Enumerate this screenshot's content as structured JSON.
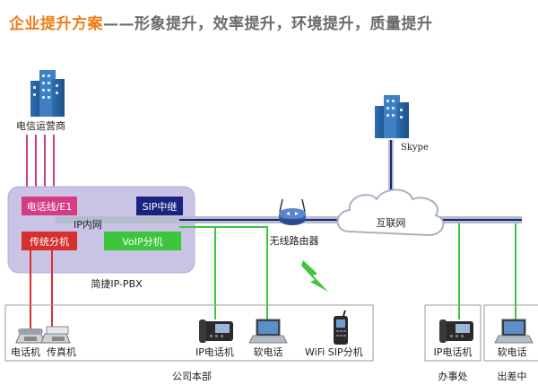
{
  "title": {
    "main": "企业提升方案",
    "dash": "——",
    "sub": "形象提升，效率提升，环境提升，质量提升"
  },
  "nodes": {
    "carrier": "电信运营商",
    "skype": "Skype",
    "pbx_name": "简捷IP-PBX",
    "pbx_lan": "IP内网",
    "e1_box": "电话线/E1",
    "sip_trunk_box": "SIP中继",
    "legacy_ext_box": "传统分机",
    "voip_ext_box": "VoIP分机",
    "wireless_router": "无线路由器",
    "internet": "互联网"
  },
  "devices": {
    "phone": "电话机",
    "fax": "传真机",
    "ip_phone_hq": "IP电话机",
    "softphone_hq": "软电话",
    "wifi_sip": "WiFi SIP分机",
    "ip_phone_office": "IP电话机",
    "softphone_travel": "软电话"
  },
  "locations": {
    "hq": "公司本部",
    "office": "办事处",
    "travel": "出差中"
  },
  "colors": {
    "title_orange": "#f07d17",
    "title_gray": "#6b6b6b",
    "pbx_bg": "#c9c4e6",
    "magenta": "#d63b86",
    "red": "#d5302f",
    "navy": "#1a237e",
    "green": "#3cc63c",
    "backbone": "#b3bccb"
  }
}
